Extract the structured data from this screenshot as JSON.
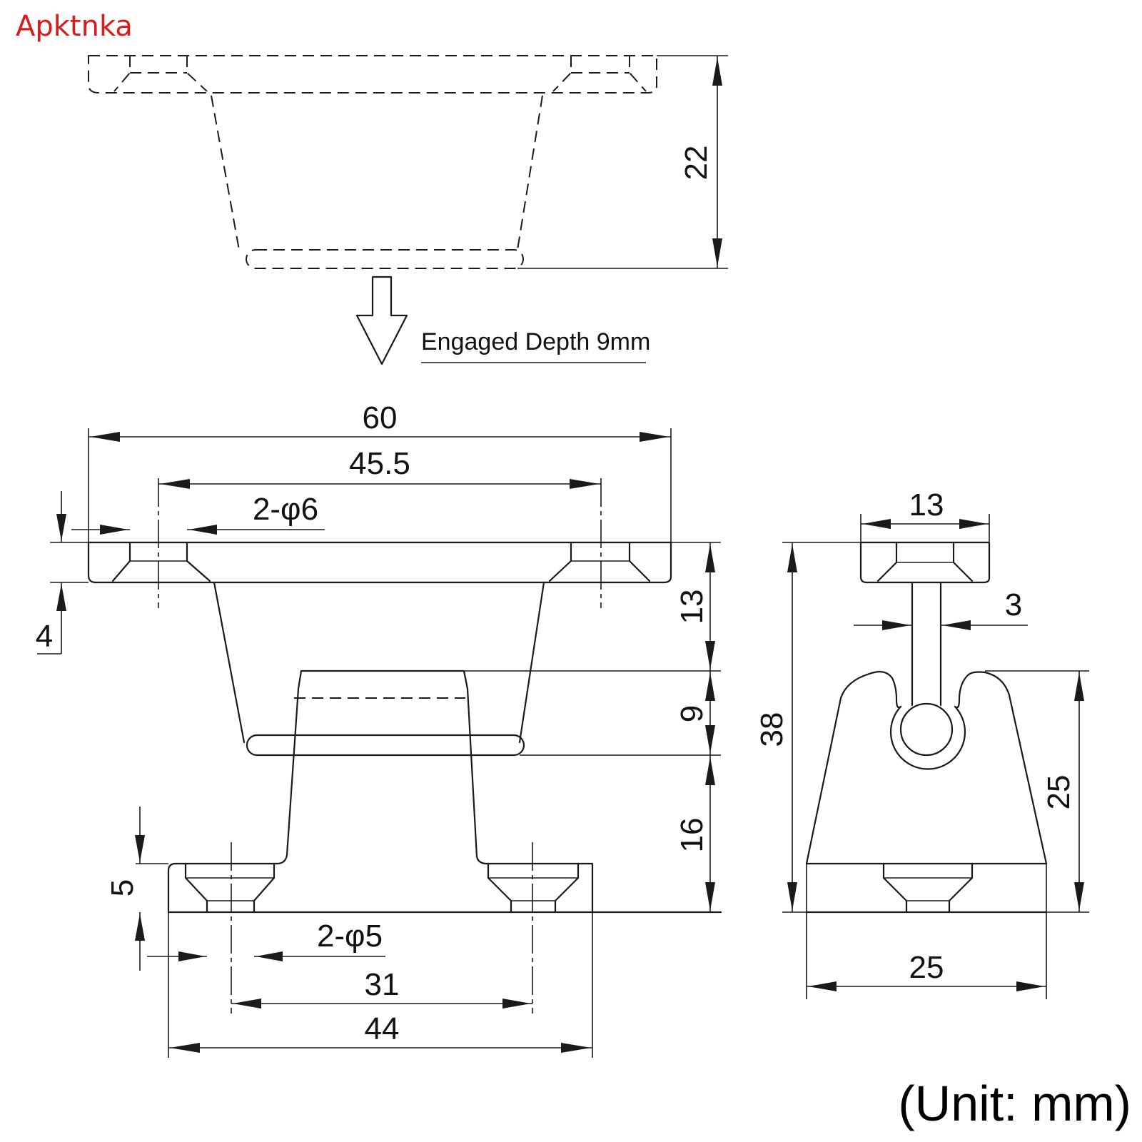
{
  "brand": "Apktnka",
  "note": "Engaged Depth 9mm",
  "unit": "(Unit: mm)",
  "dimensions": {
    "top_height": "22",
    "overall_length": "60",
    "hole_spacing_top": "45.5",
    "holes_top": "2-φ6",
    "flange_thickness": "4",
    "upper_height": "13",
    "engaged_depth": "9",
    "lower_height": "16",
    "base_thickness": "5",
    "holes_bottom": "2-φ5",
    "hole_spacing_bottom": "31",
    "base_length": "44",
    "side_top_width": "13",
    "side_slot_width": "3",
    "side_total_height": "38",
    "side_lower_height": "25",
    "side_base_width": "25"
  }
}
